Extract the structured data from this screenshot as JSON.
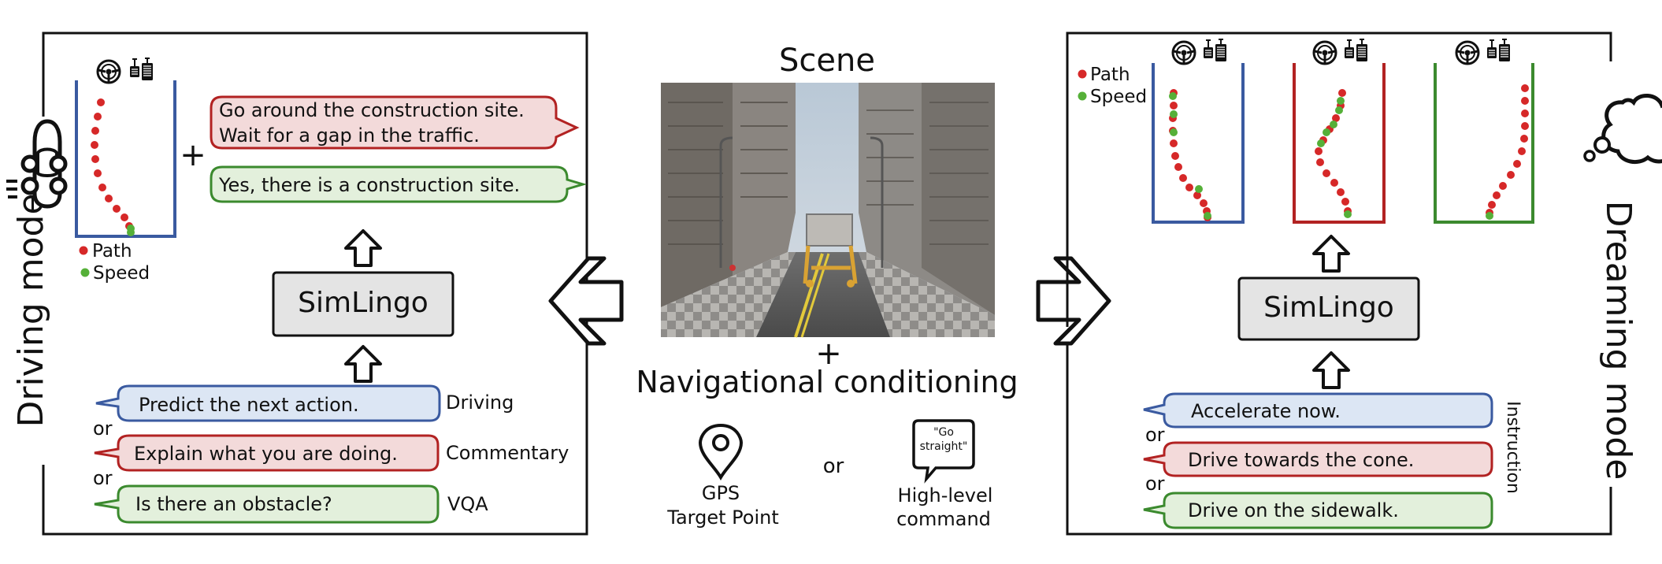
{
  "colors": {
    "blue": "#3a5aa0",
    "blue_fill": "#dce6f4",
    "red": "#b22222",
    "red_fill": "#f3dada",
    "green": "#3b8a2e",
    "green_fill": "#e3f0dc",
    "dot_red": "#d62828",
    "dot_green": "#55b038",
    "box_fill": "#e4e4e4"
  },
  "icons": [
    "steering-wheel-icon",
    "pedals-icon",
    "car-icon",
    "thought-cloud-icon",
    "location-pin-icon",
    "speech-bubble-icon",
    "up-arrow-icon",
    "left-arrow-icon",
    "right-arrow-icon",
    "city-scene-image"
  ],
  "left": {
    "side_label": "Driving mode",
    "legend": {
      "path": "Path",
      "speed": "Speed"
    },
    "plus": "+",
    "outputs": [
      {
        "line1": "Go around the construction site.",
        "line2": "Wait for a gap in the traffic."
      },
      {
        "line1": "Yes, there is a construction site."
      }
    ],
    "model": "SimLingo",
    "prompts": [
      {
        "text": "Predict the next action.",
        "tag": "Driving"
      },
      {
        "text": "Explain what you are doing.",
        "tag": "Commentary"
      },
      {
        "text": "Is there an obstacle?",
        "tag": "VQA"
      }
    ],
    "or1": "or",
    "or2": "or"
  },
  "center": {
    "scene_title": "Scene",
    "plus": "+",
    "nav_title": "Navigational conditioning",
    "gps_line1": "GPS",
    "gps_line2": "Target Point",
    "or": "or",
    "cmd_line1": "High-level",
    "cmd_line2": "command",
    "bubble_line1": "\"Go",
    "bubble_line2": "straight\""
  },
  "right": {
    "side_label": "Dreaming mode",
    "legend": {
      "path": "Path",
      "speed": "Speed"
    },
    "model": "SimLingo",
    "instruction_label": "Instruction",
    "prompts": [
      {
        "text": "Accelerate now."
      },
      {
        "text": "Drive towards the cone."
      },
      {
        "text": "Drive on the sidewalk."
      }
    ],
    "or1": "or",
    "or2": "or"
  }
}
